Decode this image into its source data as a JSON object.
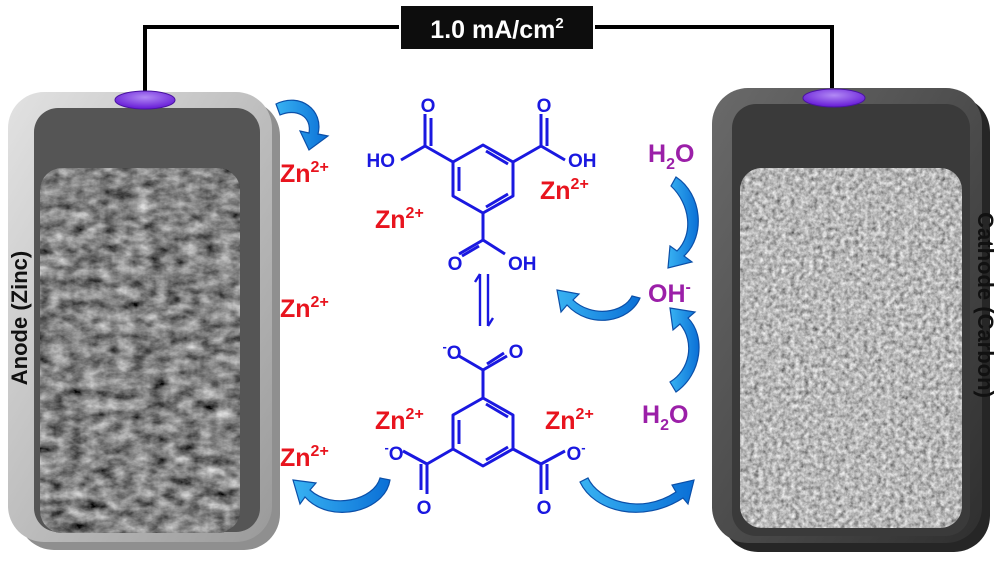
{
  "current_label": {
    "value": "1.0 mA/cm",
    "sup": "2"
  },
  "anode": {
    "label": "Anode (Zinc)"
  },
  "cathode": {
    "label": "Cathode (Carbon)"
  },
  "zinc_ion": {
    "base": "Zn",
    "charge": "2+"
  },
  "water": {
    "base": "H",
    "sub": "2",
    "tail": "O"
  },
  "hydroxide": {
    "base": "OH",
    "charge": "-"
  },
  "acid_molecule": {
    "group_left": "HO",
    "group_right": "OH",
    "group_bottom": "OH",
    "atom_o": "O"
  },
  "anion_molecule": {
    "atom_o": "O",
    "charge": "-"
  },
  "colors": {
    "zinc_ion": "#e8141e",
    "molecule": "#1a18e0",
    "water": "#9b1fa8",
    "arrow_fill": "#0a8fe6",
    "anode_frame": "#b9b9b9",
    "cathode_frame": "#545454",
    "electrode_clip": "#7d2fe0"
  }
}
